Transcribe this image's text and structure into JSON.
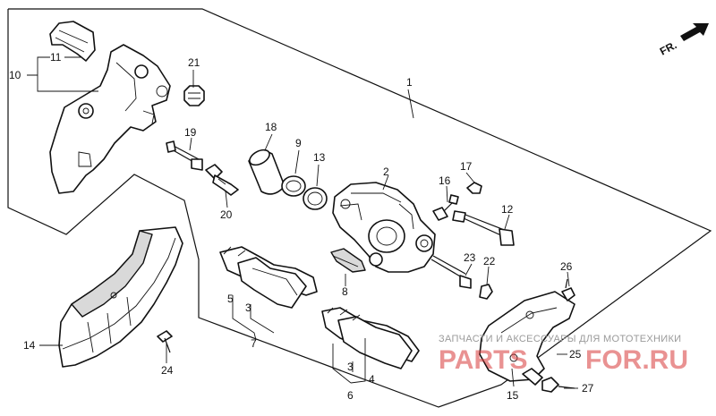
{
  "direction_marker": {
    "text": "FR."
  },
  "part_labels": {
    "p1": "1",
    "p2": "2",
    "p3a": "3",
    "p3b": "3",
    "p4": "4",
    "p5": "5",
    "p6": "6",
    "p7": "7",
    "p8": "8",
    "p9": "9",
    "p10": "10",
    "p11": "11",
    "p12": "12",
    "p13": "13",
    "p14": "14",
    "p15": "15",
    "p16": "16",
    "p17": "17",
    "p18": "18",
    "p19": "19",
    "p20": "20",
    "p21": "21",
    "p22": "22",
    "p23": "23",
    "p24": "24",
    "p25": "25",
    "p26": "26",
    "p27": "27"
  },
  "watermark": {
    "tagline": "ЗАПЧАСТИ И АКСЕССУАРЫ ДЛЯ МОТОТЕХНИКИ",
    "brand_a": "PARTS",
    "brand_b": "FOR.RU"
  }
}
